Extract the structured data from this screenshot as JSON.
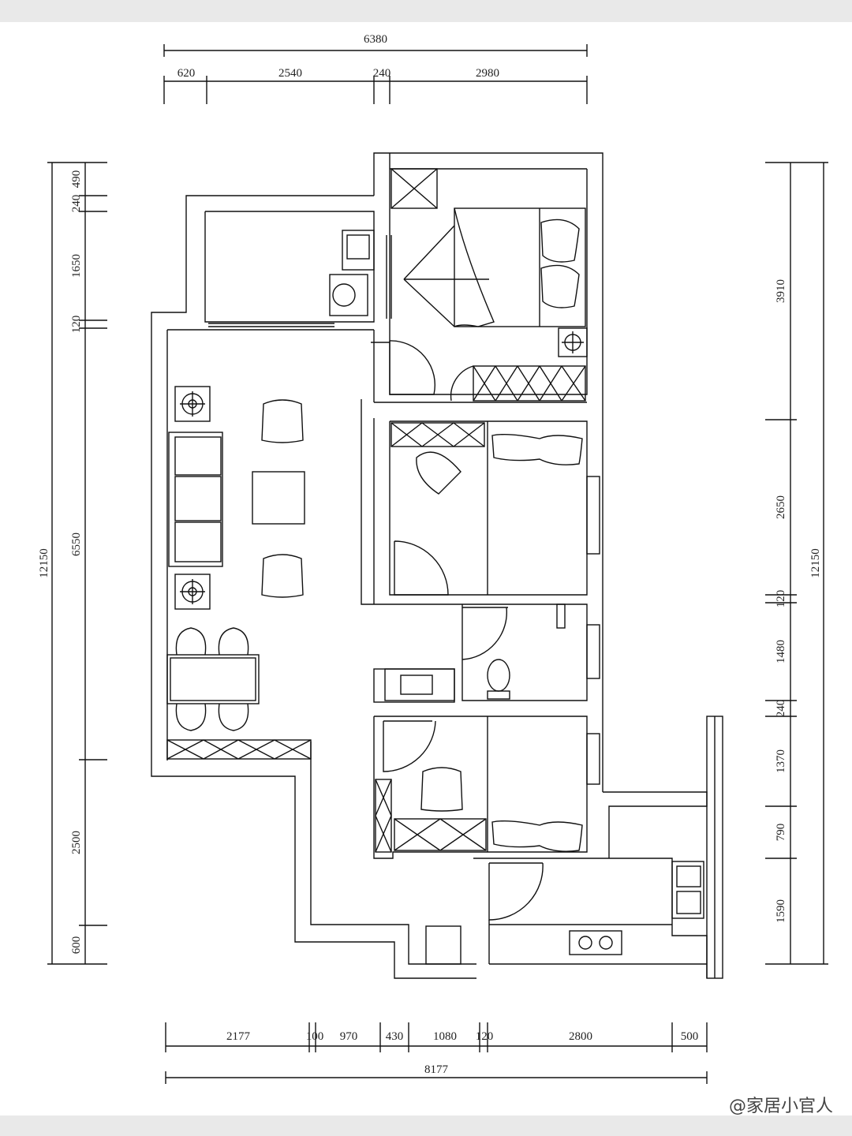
{
  "dimensions": {
    "top_total": "6380",
    "top_segments": [
      "620",
      "2540",
      "240",
      "2980"
    ],
    "left_total": "12150",
    "left_segments": [
      "490",
      "240",
      "1650",
      "120",
      "6550",
      "2500",
      "600"
    ],
    "right_total": "12150",
    "right_segments": [
      "3910",
      "2650",
      "120",
      "1480",
      "240",
      "1370",
      "790",
      "1590"
    ],
    "bottom_total": "8177",
    "bottom_segments": [
      "2177",
      "100",
      "970",
      "430",
      "1080",
      "120",
      "2800",
      "500"
    ]
  },
  "watermark": "@家居小官人",
  "colors": {
    "line": "#111111",
    "paper": "#ffffff",
    "frame": "#e9e9e9"
  }
}
